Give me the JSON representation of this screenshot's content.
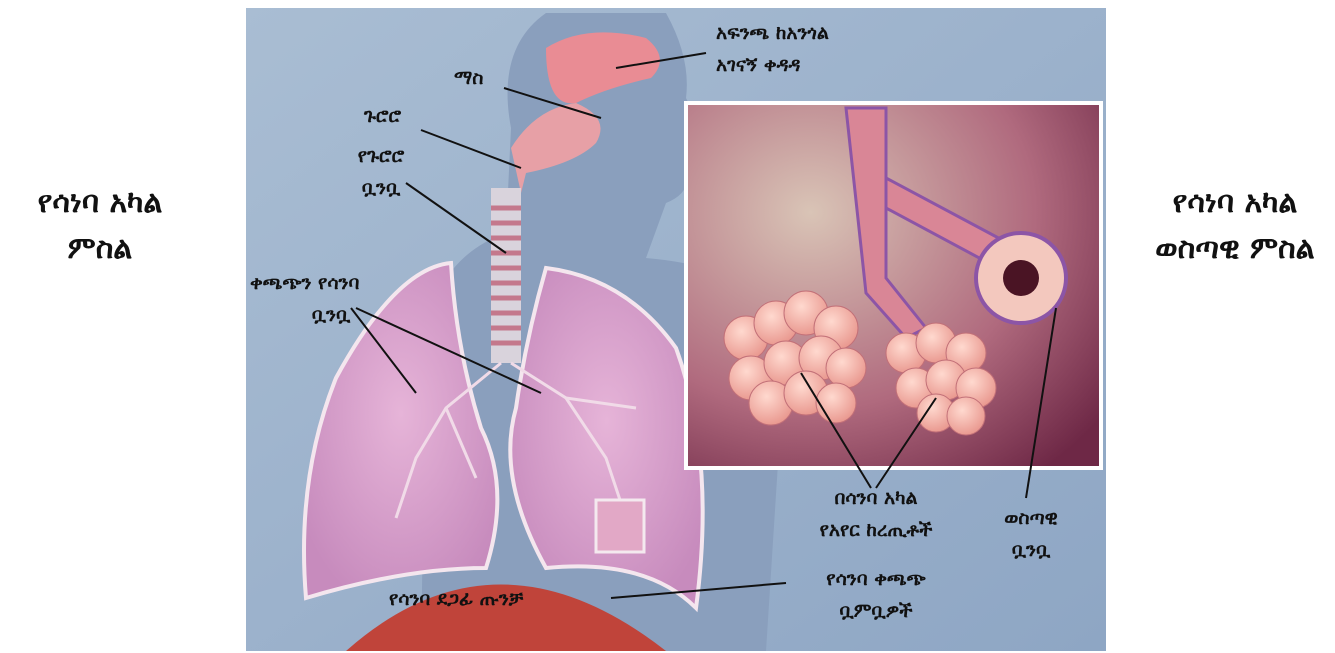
{
  "left_title": {
    "line1": "የሳነባ አካል",
    "line2": "ምስል"
  },
  "right_title": {
    "line1": "የሳነባ አካል",
    "line2": "ወስጣዊ ምስል"
  },
  "labels": {
    "nasal_1": "አፍንጫ ከአንጎል",
    "nasal_2": "አገናኝ ቀዳዳ",
    "nose": "ማስ",
    "throat": "ጉሮሮ",
    "trachea_1": "የጉሮሮ",
    "trachea_2": "ቧንቧ",
    "bronchi_1": "ቀጫጭን የሳንባ",
    "bronchi_2": "ቧንቧ",
    "diaphragm": "የሳንባ ደጋፊ ጡንቻ",
    "bronchioles_1": "የሳንባ ቀጫጭ",
    "bronchioles_2": "ቧምቧዎች",
    "alveoli_1": "በሳንባ አካል",
    "alveoli_2": "የአየር ከረጢቶች",
    "inner_1": "ወስጣዊ",
    "inner_2": "ቧንቧ"
  }
}
